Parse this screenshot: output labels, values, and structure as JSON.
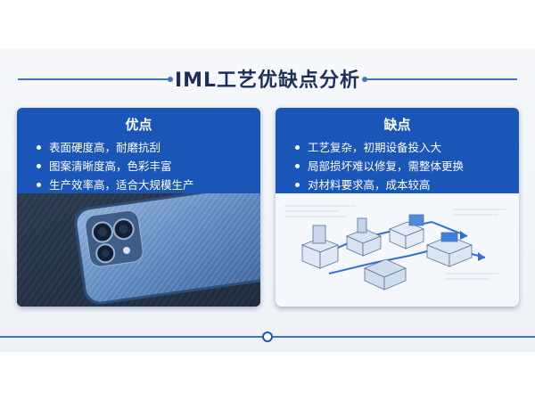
{
  "title": "IML工艺优缺点分析",
  "pros": {
    "heading": "优点",
    "items": [
      "表面硬度高，耐磨抗刮",
      "图案清晰度高，色彩丰富",
      "生产效率高，适合大规模生产"
    ],
    "image": "carbon-fiber-phone-illustration"
  },
  "cons": {
    "heading": "缺点",
    "items": [
      "工艺复杂，初期设备投入大",
      "局部损坏难以修复，需整体更换",
      "对材料要求高，成本较高"
    ],
    "image": "iml-process-diagram-illustration"
  },
  "colors": {
    "panel": "#1a56b8",
    "title": "#1c2f5a",
    "accent_line": "#3f74c9"
  }
}
